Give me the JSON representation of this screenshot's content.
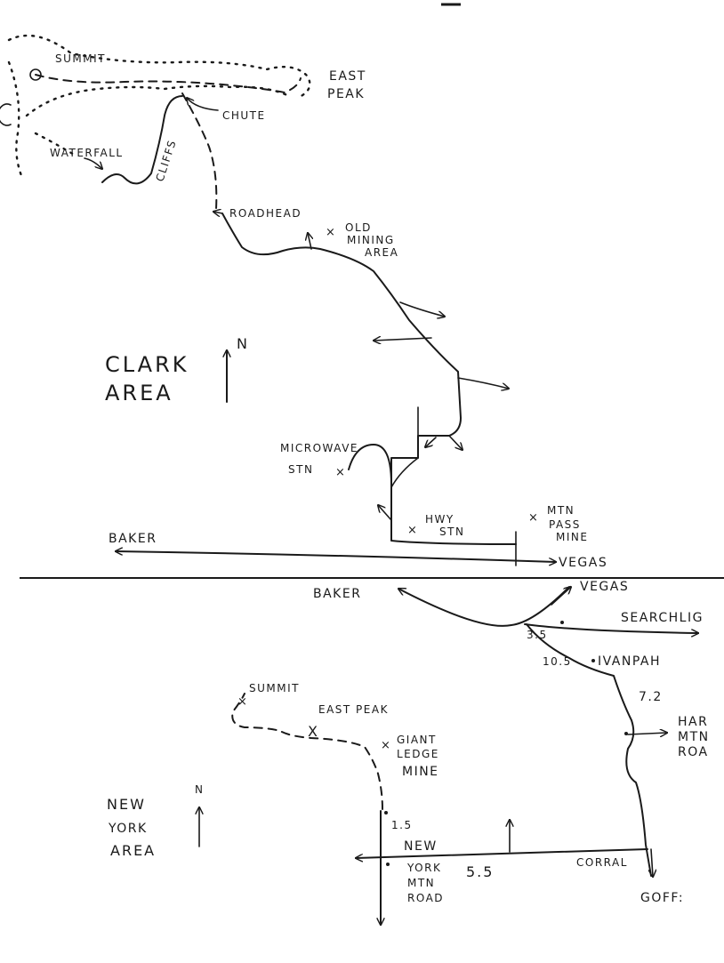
{
  "clark_area": {
    "title_line1": "CLARK",
    "title_line2": "AREA",
    "north": "N",
    "summit": "SUMMIT",
    "east_peak_1": "EAST",
    "east_peak_2": "PEAK",
    "chute": "CHUTE",
    "waterfall": "WATERFALL",
    "cliffs": "CLIFFS",
    "roadhead": "ROADHEAD",
    "old_mining_1": "OLD",
    "old_mining_2": "MINING",
    "old_mining_3": "AREA",
    "microwave_1": "MICROWAVE",
    "microwave_2": "STN",
    "hwy_stn_1": "HWY",
    "hwy_stn_2": "STN",
    "mtn_pass_1": "MTN",
    "mtn_pass_2": "PASS",
    "mtn_pass_3": "MINE",
    "baker": "BAKER",
    "vegas": "VEGAS"
  },
  "new_york_area": {
    "title_line1": "NEW",
    "title_line2": "YORK",
    "title_line3": "AREA",
    "north": "N",
    "baker": "BAKER",
    "vegas": "VEGAS",
    "searchlight": "SEARCHLIG",
    "mile_3_5": "3.5",
    "mile_10_5": "10.5",
    "ivanpah": "IVANPAH",
    "mile_7_2": "7.2",
    "hart_1": "HAR",
    "hart_2": "MTN",
    "hart_3": "ROA",
    "summit": "SUMMIT",
    "east_peak": "EAST PEAK",
    "giant_ledge_1": "GIANT",
    "giant_ledge_2": "LEDGE",
    "giant_ledge_3": "MINE",
    "mile_1_5": "1.5",
    "ny_road_1": "NEW",
    "ny_road_2": "YORK",
    "ny_road_3": "MTN",
    "ny_road_4": "ROAD",
    "mile_5_5": "5.5",
    "corral": "CORRAL",
    "goffs": "GOFF:"
  }
}
